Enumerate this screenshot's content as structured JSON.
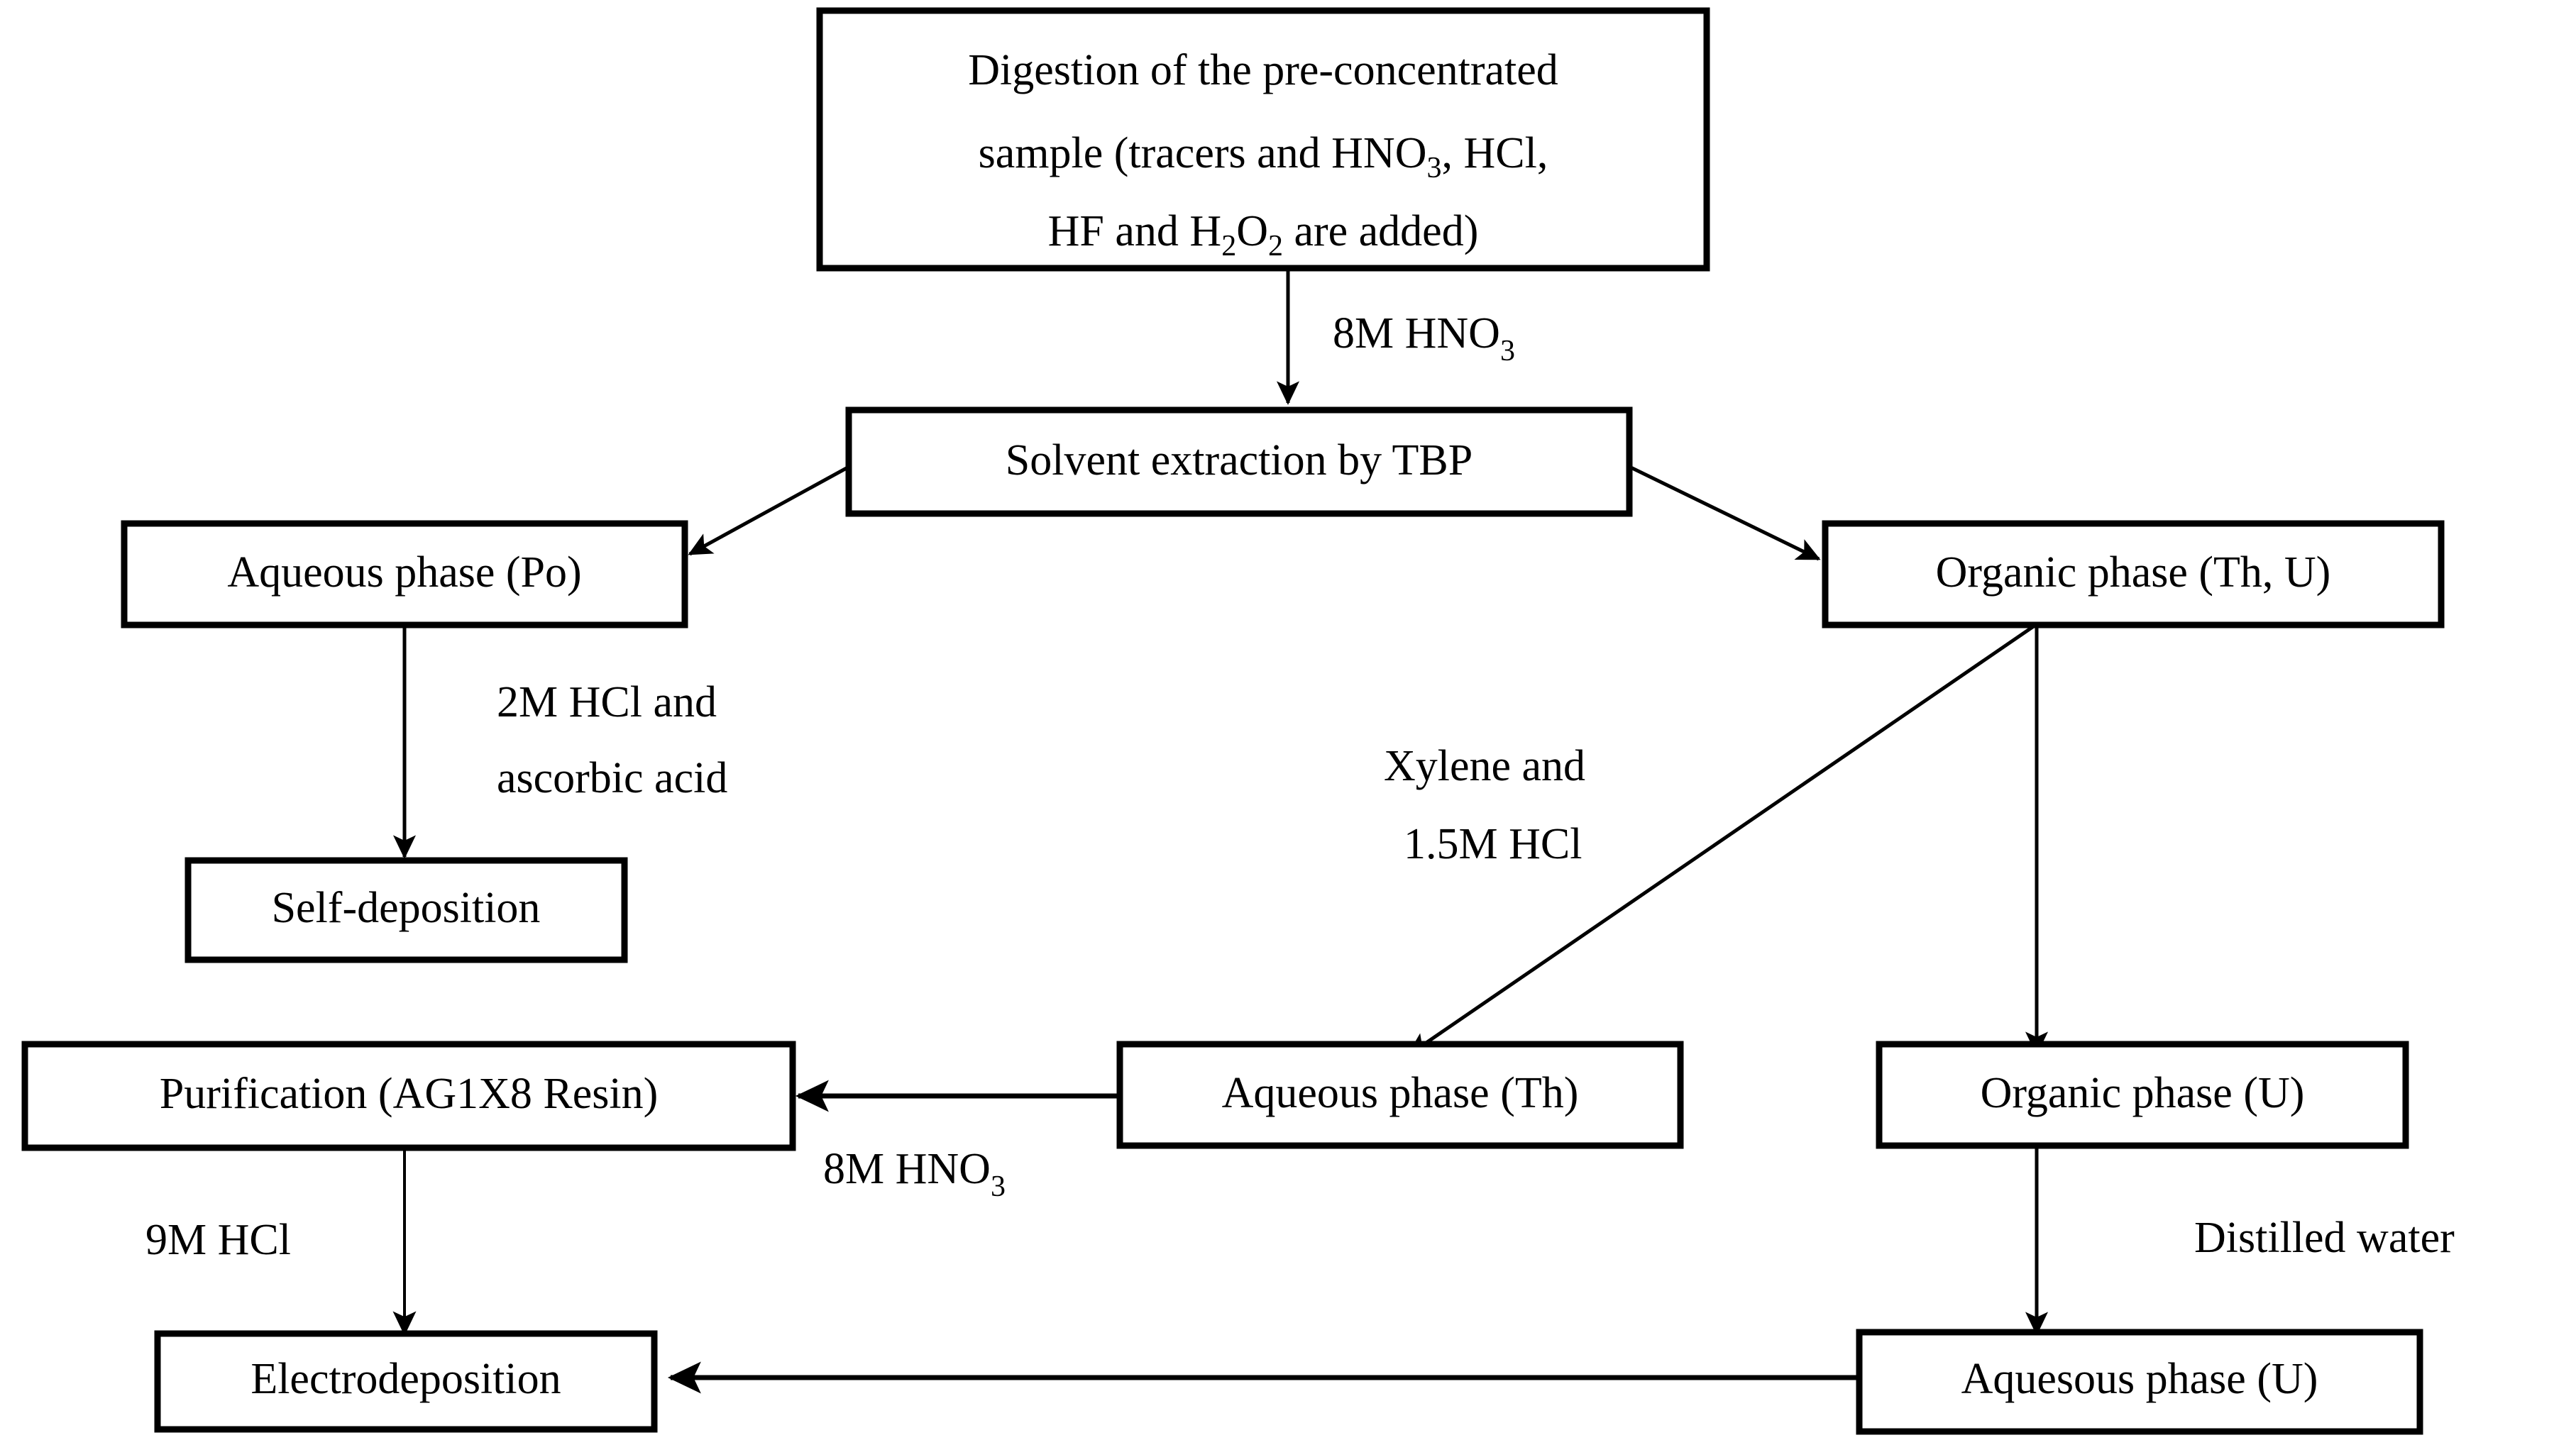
{
  "diagram": {
    "title": "Radiochemical separation procedure flowchart",
    "background_color": "#ffffff",
    "line_color": "#000000",
    "nodes": {
      "digestion": {
        "lines": [
          "Digestion of the pre-concentrated",
          "sample (tracers and HNO3, HCl,",
          "HF and H2O2 are added)"
        ],
        "line1": "Digestion of the pre-concentrated",
        "line2_a": "sample (tracers and HNO",
        "line2_sub": "3",
        "line2_b": ", HCl,",
        "line3_a": "HF and H",
        "line3_sub1": "2",
        "line3_b": "O",
        "line3_sub2": "2",
        "line3_c": " are added)"
      },
      "solvent_extraction": {
        "label": "Solvent extraction by TBP"
      },
      "aqueous_po": {
        "label": "Aqueous phase (Po)"
      },
      "organic_th_u": {
        "label": "Organic phase (Th, U)"
      },
      "self_deposition": {
        "label": "Self-deposition"
      },
      "purification": {
        "label": "Purification (AG1X8 Resin)"
      },
      "aqueous_th": {
        "label": "Aqueous phase (Th)"
      },
      "organic_u": {
        "label": "Organic phase (U)"
      },
      "electrodeposition": {
        "label": "Electrodeposition"
      },
      "aquesous_u": {
        "label": "Aquesous phase (U)"
      }
    },
    "edge_labels": {
      "digestion_to_solvent": {
        "text_a": "8M HNO",
        "sub": "3"
      },
      "po_to_selfdep": {
        "line1": "2M HCl and",
        "line2": "ascorbic acid"
      },
      "organic_to_aqueous_th": {
        "line1": "Xylene and",
        "line2": "1.5M HCl"
      },
      "aqth_to_purification": {
        "text_a": "8M HNO",
        "sub": "3"
      },
      "purification_to_electro": {
        "text": "9M HCl"
      },
      "organicu_to_aqu": {
        "text": "Distilled water"
      }
    }
  }
}
